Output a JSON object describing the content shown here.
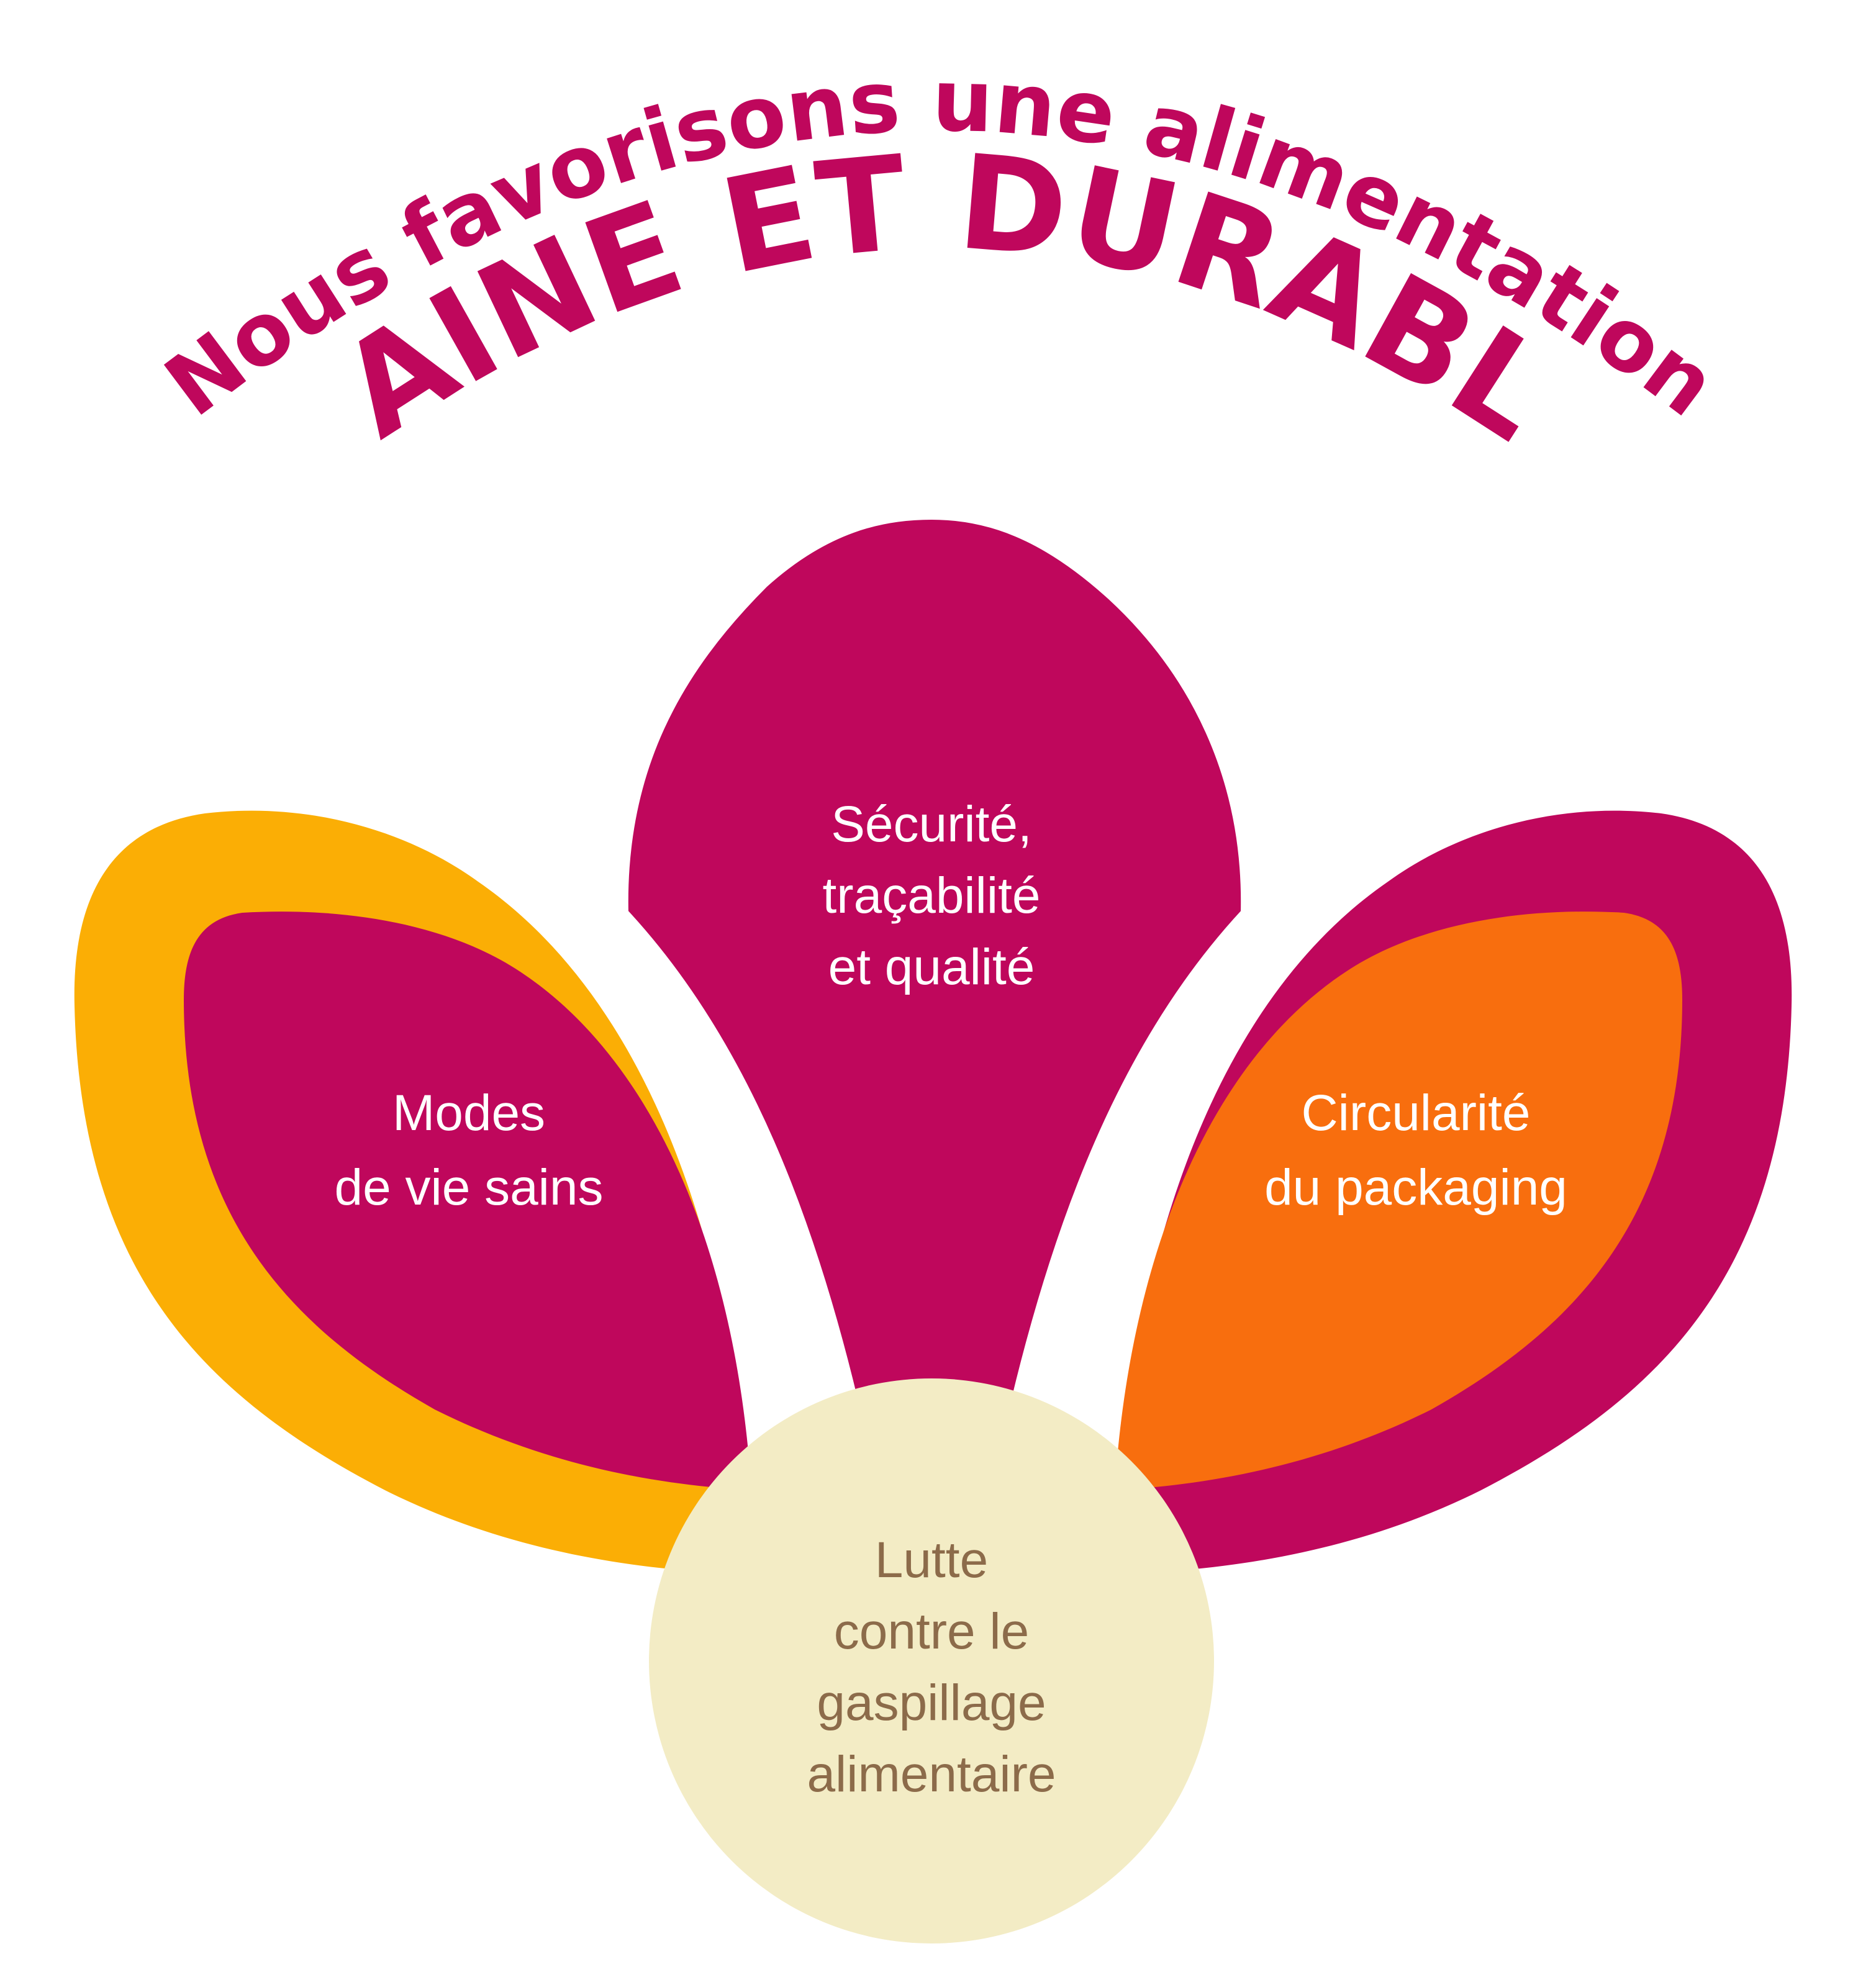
{
  "heading": {
    "line1": "Nous favorisons une alimentation",
    "line2": "SAINE ET DURABLE"
  },
  "petals": {
    "left": {
      "lines": [
        "Modes",
        "de vie sains"
      ]
    },
    "center": {
      "lines": [
        "Sécurité,",
        "traçabilité",
        "et qualité"
      ]
    },
    "right": {
      "lines": [
        "Circularité",
        "du packaging"
      ]
    },
    "core": {
      "lines": [
        "Lutte",
        "contre le",
        "gaspillage",
        "alimentaire"
      ]
    }
  },
  "colors": {
    "magenta": "#BF075C",
    "yellow": "#FBAE05",
    "orange": "#F86E0E",
    "cream": "#F3ECC5",
    "brown_text": "#8C6B4A",
    "white": "#FFFFFF"
  }
}
